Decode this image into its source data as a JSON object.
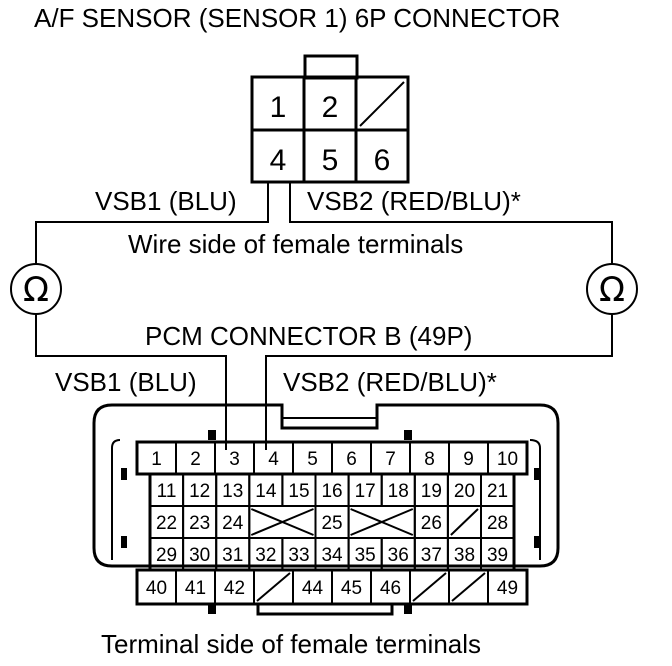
{
  "labels": {
    "af_title": "A/F SENSOR (SENSOR 1) 6P CONNECTOR",
    "vsb1_top": "VSB1 (BLU)",
    "vsb2_top": "VSB2 (RED/BLU)*",
    "wire_side": "Wire side of female terminals",
    "pcm_title": "PCM CONNECTOR B (49P)",
    "vsb1_bottom": "VSB1 (BLU)",
    "vsb2_bottom": "VSB2 (RED/BLU)*",
    "terminal_side": "Terminal side of female terminals"
  },
  "meters": {
    "left_symbol": "Ω",
    "right_symbol": "Ω"
  },
  "connector_6p": {
    "pins": [
      "1",
      "2",
      "",
      "4",
      "5",
      "6"
    ]
  },
  "connector_49p": {
    "row1": [
      "1",
      "2",
      "3",
      "4",
      "5",
      "6",
      "7",
      "8",
      "9",
      "10"
    ],
    "row2": [
      "11",
      "12",
      "13",
      "14",
      "15",
      "16",
      "17",
      "18",
      "19",
      "20",
      "21"
    ],
    "row3": [
      "22",
      "23",
      "24",
      "",
      "25",
      "",
      "26",
      "",
      "28"
    ],
    "row4": [
      "29",
      "30",
      "31",
      "32",
      "33",
      "34",
      "35",
      "36",
      "37",
      "38",
      "39"
    ],
    "row5": [
      "40",
      "41",
      "42",
      "",
      "44",
      "45",
      "46",
      "",
      "",
      "49"
    ]
  },
  "colors": {
    "ink": "#000000",
    "background": "#ffffff"
  }
}
